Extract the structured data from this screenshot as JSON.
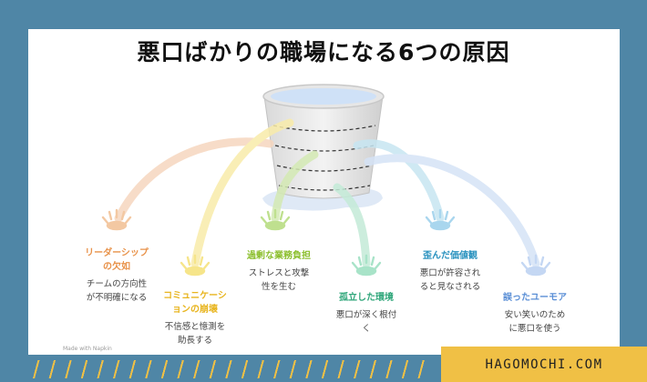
{
  "title": "悪口ばかりの職場になる6つの原因",
  "causes": [
    {
      "title": "リーダーシップ\nの欠如",
      "description": "チームの方向性\nが不明確になる",
      "color": "#e8924a"
    },
    {
      "title": "コミュニケーシ\nョンの崩壊",
      "description": "不信感と憶測を\n助長する",
      "color": "#e8b520"
    },
    {
      "title": "過剰な業務負担",
      "description": "ストレスと攻撃\n性を生む",
      "color": "#8cbf2e"
    },
    {
      "title": "孤立した環境",
      "description": "悪口が深く根付\nく",
      "color": "#2fa67a"
    },
    {
      "title": "歪んだ価値観",
      "description": "悪口が許容され\nると見なされる",
      "color": "#2a92bf"
    },
    {
      "title": "誤ったユーモア",
      "description": "安い笑いのため\nに悪口を使う",
      "color": "#5b8fd6"
    }
  ],
  "footer": {
    "made_with": "Made with Napkin",
    "brand": "HAGOMOCHI.COM"
  }
}
